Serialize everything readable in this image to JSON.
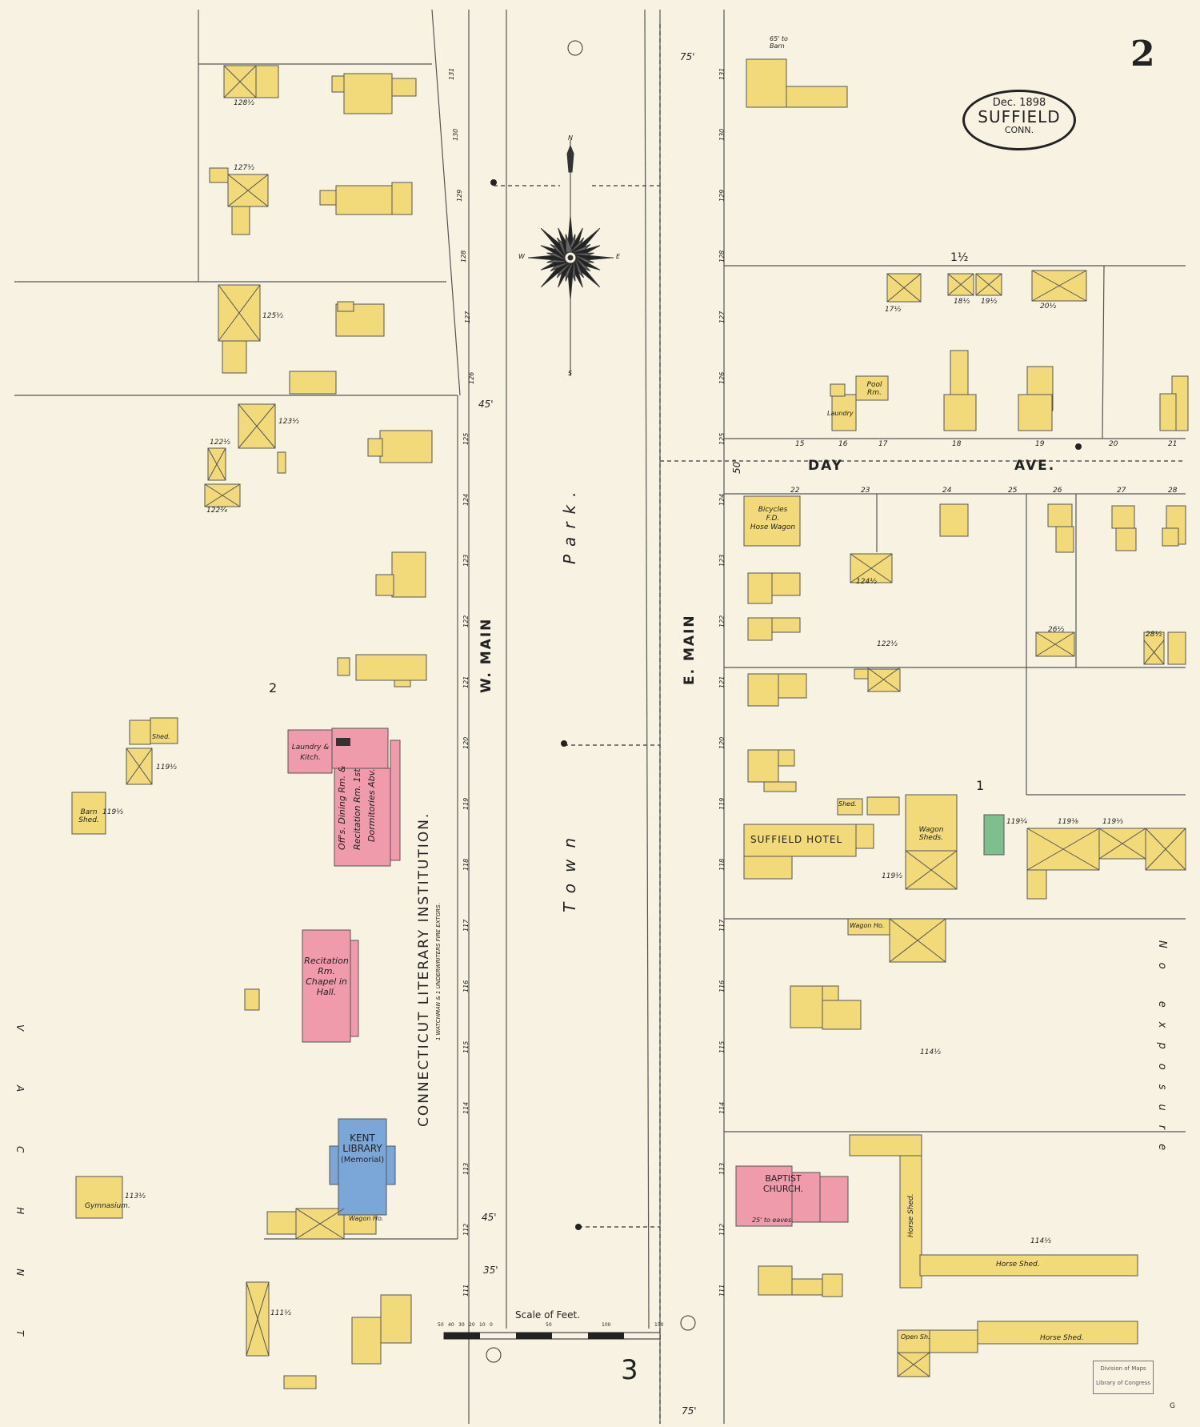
{
  "sheet": {
    "page_number": "2",
    "date": "Dec. 1898",
    "town": "SUFFIELD",
    "state": "CONN.",
    "adjoining_sheet": "3",
    "corner_mark": "G",
    "stamp_line1": "Division of Maps",
    "stamp_line2": "Library of Congress"
  },
  "streets": {
    "w_main": "W. MAIN",
    "e_main": "E. MAIN",
    "day": "DAY",
    "ave": "AVE.",
    "town": "Town",
    "park": "Park.",
    "west_street": "V  A  C  H  N  T",
    "exposure": "No  exposure"
  },
  "compass": {
    "n": "N",
    "s": "S",
    "e": "E",
    "w": "W"
  },
  "scale": {
    "title": "Scale of Feet.",
    "ticks": [
      "50",
      "40",
      "30",
      "20",
      "10",
      "0",
      "50",
      "100",
      "150"
    ]
  },
  "colors": {
    "frame": "#f2d97a",
    "brick": "#ef9bab",
    "stone": "#7aa7d8",
    "special": "#7fbf8f",
    "paper": "#f7f2e2"
  },
  "block_numbers": {
    "west": "2",
    "east": "1",
    "e_top": "1½"
  },
  "institution": {
    "name": "CONNECTICUT  LITERARY  INSTITUTION.",
    "note": "1 WATCHMAN & 1 UNDERWRITERS FIRE EXTGRS."
  },
  "buildings": {
    "dormitory": [
      "Laundry &",
      "Kitch.",
      "Off's. Dining Rm. &",
      "Recitation Rm. 1st",
      "Dormitories Abv."
    ],
    "chapel": [
      "Recitation",
      "Rm.",
      "Chapel in",
      "Hall."
    ],
    "library": [
      "KENT",
      "LIBRARY",
      "(Memorial)"
    ],
    "gymnasium": "Gymnasium.",
    "barn_shed": "Barn Shed.",
    "hotel": "SUFFIELD  HOTEL",
    "wagon_sheds": "Wagon Sheds.",
    "church": [
      "BAPTIST",
      "CHURCH."
    ],
    "church_note": "25' to eaves.",
    "horse_shed": "Horse Shed.",
    "bicycles": [
      "Bicycles",
      "F.D.",
      "Hose Wagon"
    ],
    "pool_rm": [
      "Pool",
      "Rm."
    ],
    "laundry": "Laundry",
    "wagon_ho": "Wagon Ho.",
    "open_sh": "Open Sh.",
    "barn_top": "65' to Barn",
    "shed": "Shed."
  },
  "measurements": [
    "45'",
    "75'",
    "50'",
    "35'",
    "45'",
    "75'"
  ],
  "lot_numbers": [
    "15",
    "16",
    "17",
    "18",
    "19",
    "20",
    "21",
    "22",
    "23",
    "24",
    "25",
    "26",
    "27",
    "28"
  ],
  "house_numbers": [
    "131",
    "130",
    "129",
    "128",
    "127",
    "126",
    "125",
    "124",
    "123",
    "122",
    "121",
    "120",
    "119",
    "118",
    "117",
    "116",
    "115",
    "114",
    "113",
    "112",
    "111"
  ],
  "addresses": [
    "128½",
    "127½",
    "125½",
    "123½",
    "122½",
    "122¾",
    "119½",
    "119⅓",
    "113½",
    "111½",
    "124½",
    "122½",
    "119½",
    "119¼",
    "119⅛",
    "119⅓",
    "114½",
    "114⅓",
    "17½",
    "18½",
    "19½",
    "20½",
    "26½",
    "28½"
  ]
}
